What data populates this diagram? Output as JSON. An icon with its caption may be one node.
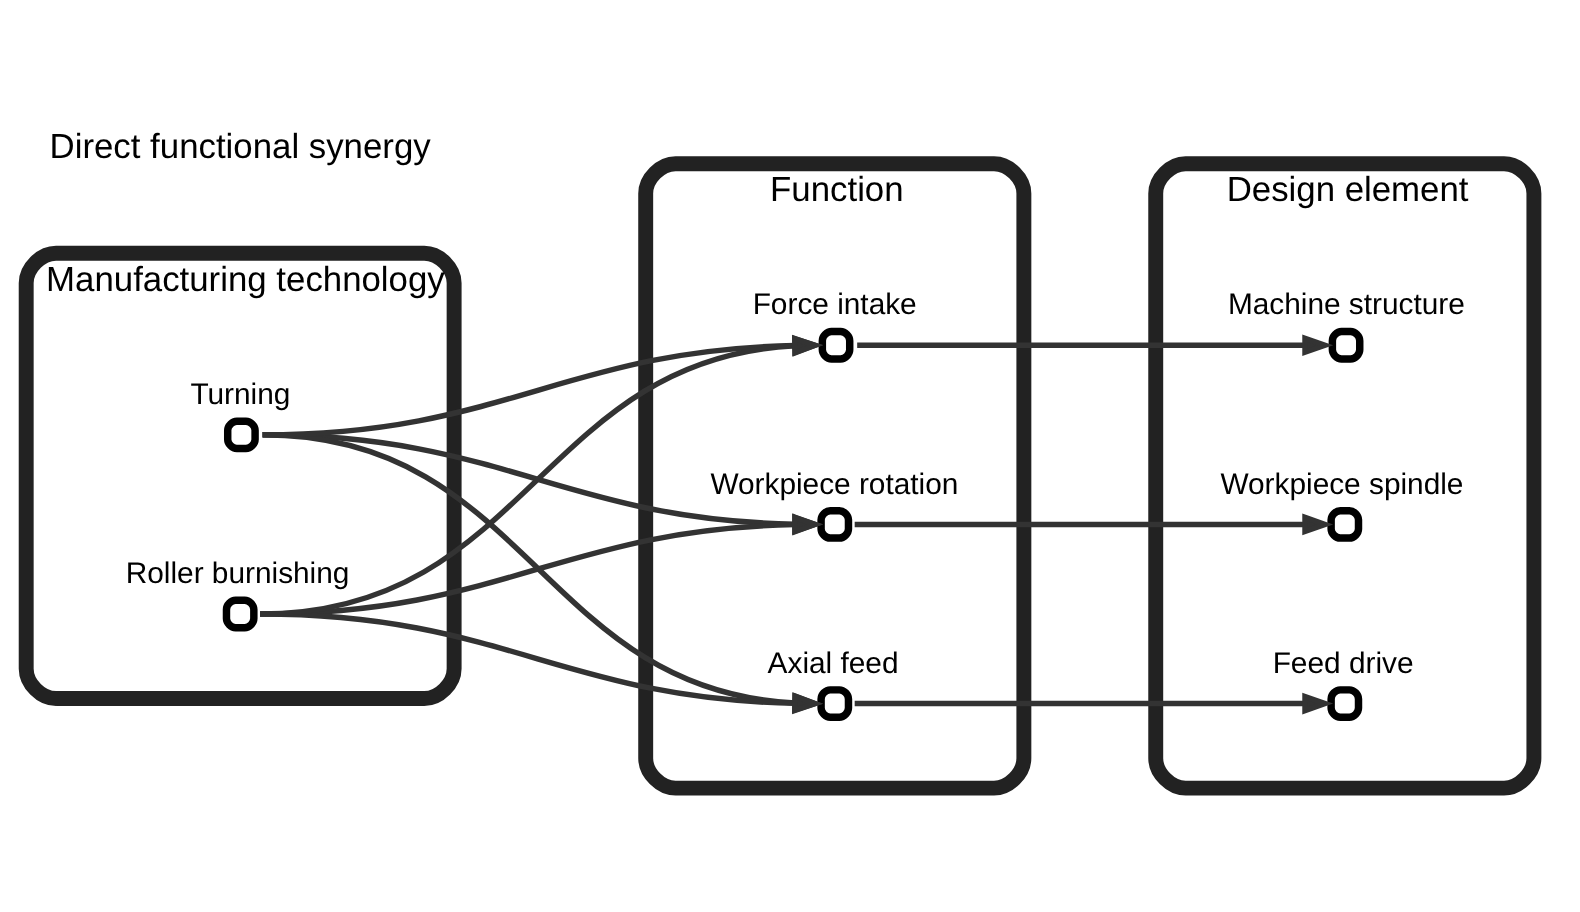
{
  "diagram": {
    "nodes": [
      {
        "text": [
          "Manufacturing technology"
        ]
      },
      {
        "text": [
          "Turning"
        ],
        "in": 0
      },
      {
        "text": [
          "Roller burnishing"
        ],
        "in": 0
      },
      {
        "text": [
          "Function"
        ]
      },
      {
        "text": [
          "Workpiece rotation"
        ],
        "in": 3
      },
      {
        "text": [
          "Axial feed"
        ],
        "in": 3
      },
      {
        "text": [
          "Force intake"
        ],
        "in": 3
      },
      {
        "text": [
          "Design element"
        ]
      },
      {
        "text": [
          "Workpiece spindle"
        ],
        "in": 7
      },
      {
        "text": [
          "Feed drive"
        ],
        "in": 7
      },
      {
        "text": [
          "Machine structure"
        ],
        "in": 7
      }
    ],
    "edges": [
      {
        "from": 1,
        "to": 4,
        "arrow": "to"
      },
      {
        "from": 1,
        "to": 5,
        "arrow": "to"
      },
      {
        "from": 1,
        "to": 6,
        "arrow": "to"
      },
      {
        "from": 2,
        "to": 4,
        "arrow": "to"
      },
      {
        "from": 2,
        "to": 5,
        "arrow": "to"
      },
      {
        "from": 2,
        "to": 6,
        "arrow": "to"
      },
      {
        "from": 4,
        "to": 8,
        "arrow": "to"
      },
      {
        "from": 5,
        "to": 9,
        "arrow": "to"
      },
      {
        "from": 6,
        "to": 10,
        "arrow": "to"
      }
    ],
    "labels": [
      "Direct functional synergy"
    ]
  }
}
